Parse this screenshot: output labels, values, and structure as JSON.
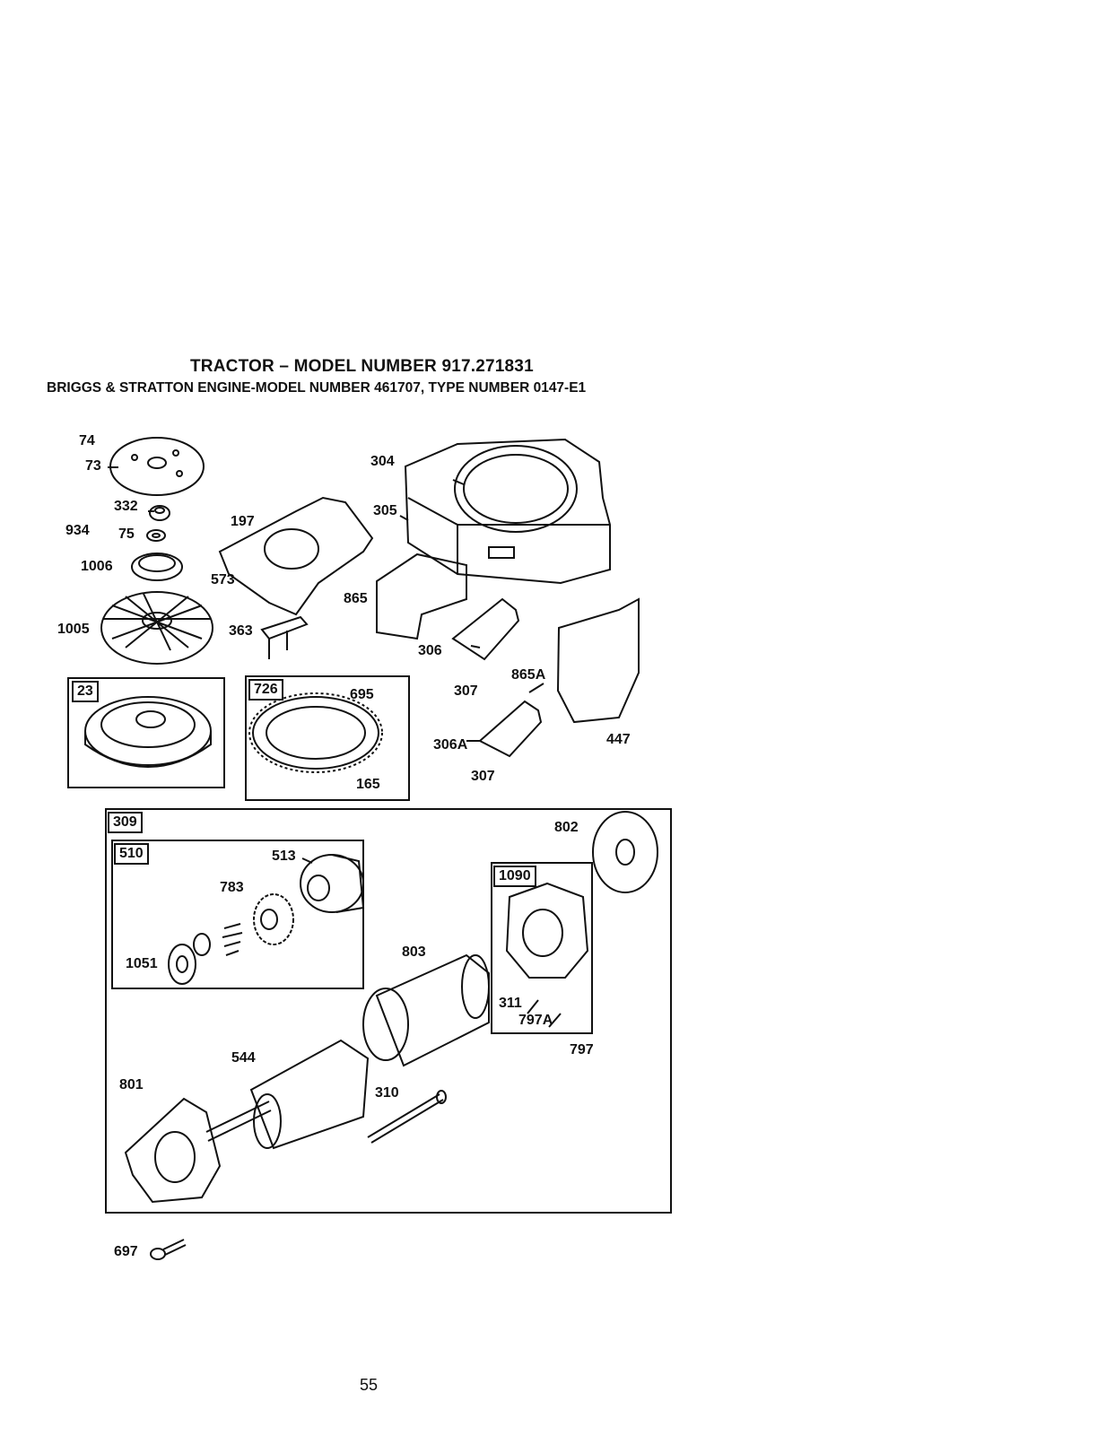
{
  "header": {
    "line1": "TRACTOR – MODEL NUMBER 917.271831",
    "line2": "BRIGGS & STRATTON ENGINE-MODEL NUMBER 461707, TYPE NUMBER 0147-E1"
  },
  "callouts": {
    "p74": "74",
    "p73": "73",
    "p332": "332",
    "p934": "934",
    "p75": "75",
    "p1006": "1006",
    "p1005": "1005",
    "p197": "197",
    "p573": "573",
    "p363": "363",
    "p304": "304",
    "p305": "305",
    "p865": "865",
    "p306": "306",
    "p307a": "307",
    "p865A": "865A",
    "p306A": "306A",
    "p307b": "307",
    "p447": "447",
    "p695": "695",
    "p165": "165",
    "p802": "802",
    "p513": "513",
    "p783": "783",
    "p1051": "1051",
    "p803": "803",
    "p311": "311",
    "p797A": "797A",
    "p797": "797",
    "p544": "544",
    "p801": "801",
    "p310": "310",
    "p697": "697"
  },
  "boxes": {
    "b23": "23",
    "b726": "726",
    "b309": "309",
    "b510": "510",
    "b1090": "1090"
  },
  "page_number": "55"
}
